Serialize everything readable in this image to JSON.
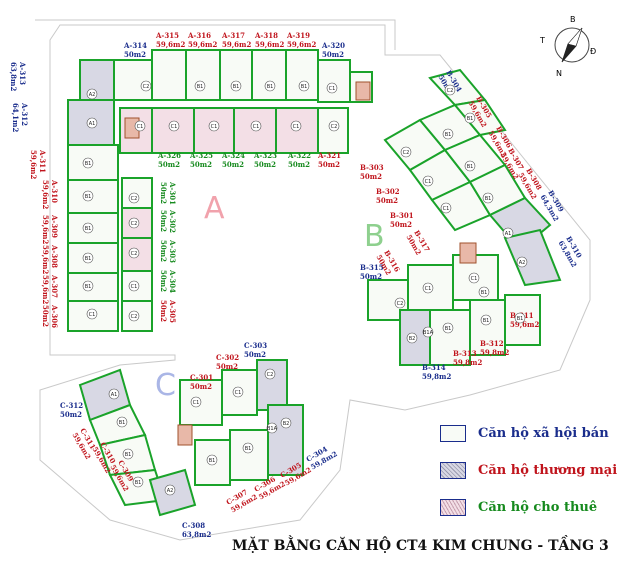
{
  "title": "MẶT BẰNG CĂN HỘ CT4 KIM CHUNG - TẦNG 3",
  "wings": [
    {
      "name": "A",
      "color": "#f1a2ac"
    },
    {
      "name": "B",
      "color": "#8ed08e"
    },
    {
      "name": "C",
      "color": "#aab6e6"
    }
  ],
  "compass": {
    "north": "B",
    "south": "N",
    "east": "Đ",
    "west": "T"
  },
  "legend": [
    {
      "label": "Căn hộ xã hội bán",
      "color": "#1a2d8c",
      "swatch": "#f8fbf6"
    },
    {
      "label": "Căn hộ thương mại",
      "color": "#c0141c",
      "swatch": "#d8d8e4"
    },
    {
      "label": "Căn hộ cho thuê",
      "color": "#168a1e",
      "swatch": "#f3dfe6"
    }
  ],
  "units": [
    {
      "code": "A-314",
      "area": "50m2",
      "type": "xh"
    },
    {
      "code": "A-315",
      "area": "59,6m2",
      "type": "tm"
    },
    {
      "code": "A-316",
      "area": "59,6m2",
      "type": "tm"
    },
    {
      "code": "A-317",
      "area": "59,6m2",
      "type": "tm"
    },
    {
      "code": "A-318",
      "area": "59,6m2",
      "type": "tm"
    },
    {
      "code": "A-319",
      "area": "59,6m2",
      "type": "tm"
    },
    {
      "code": "A-320",
      "area": "50m2",
      "type": "xh"
    },
    {
      "code": "A-313",
      "area": "63,8m2",
      "type": "xh"
    },
    {
      "code": "A-312",
      "area": "64,1m2",
      "type": "xh"
    },
    {
      "code": "A-311",
      "area": "59,6m2",
      "type": "tm"
    },
    {
      "code": "A-310",
      "area": "59,6m2",
      "type": "tm"
    },
    {
      "code": "A-309",
      "area": "59,6m2",
      "type": "tm"
    },
    {
      "code": "A-308",
      "area": "59,6m2",
      "type": "tm"
    },
    {
      "code": "A-307",
      "area": "59,6m2",
      "type": "tm"
    },
    {
      "code": "A-306",
      "area": "50m2",
      "type": "tm"
    },
    {
      "code": "A-326",
      "area": "50m2",
      "type": "ct"
    },
    {
      "code": "A-325",
      "area": "50m2",
      "type": "ct"
    },
    {
      "code": "A-324",
      "area": "50m2",
      "type": "ct"
    },
    {
      "code": "A-323",
      "area": "50m2",
      "type": "ct"
    },
    {
      "code": "A-322",
      "area": "50m2",
      "type": "ct"
    },
    {
      "code": "A-321",
      "area": "50m2",
      "type": "tm"
    },
    {
      "code": "A-301",
      "area": "50m2",
      "type": "ct"
    },
    {
      "code": "A-302",
      "area": "50m2",
      "type": "ct"
    },
    {
      "code": "A-303",
      "area": "50m2",
      "type": "ct"
    },
    {
      "code": "A-304",
      "area": "50m2",
      "type": "ct"
    },
    {
      "code": "A-305",
      "area": "50m2",
      "type": "tm"
    },
    {
      "code": "B-304",
      "area": "50m2",
      "type": "xh"
    },
    {
      "code": "B-305",
      "area": "59,6m2",
      "type": "tm"
    },
    {
      "code": "B-306",
      "area": "59,6m2",
      "type": "tm"
    },
    {
      "code": "B-307",
      "area": "59,6m2",
      "type": "tm"
    },
    {
      "code": "B-308",
      "area": "59,6m2",
      "type": "tm"
    },
    {
      "code": "B-309",
      "area": "64,3m2",
      "type": "xh"
    },
    {
      "code": "B-310",
      "area": "63,8m2",
      "type": "xh"
    },
    {
      "code": "B-303",
      "area": "50m2",
      "type": "tm"
    },
    {
      "code": "B-302",
      "area": "50m2",
      "type": "tm"
    },
    {
      "code": "B-301",
      "area": "50m2",
      "type": "tm"
    },
    {
      "code": "B-315",
      "area": "50m2",
      "type": "xh"
    },
    {
      "code": "B-316",
      "area": "50m2",
      "type": "tm"
    },
    {
      "code": "B-317",
      "area": "50m2",
      "type": "tm"
    },
    {
      "code": "B-314",
      "area": "59,8m2",
      "type": "xh"
    },
    {
      "code": "B-313",
      "area": "59,8m2",
      "type": "tm"
    },
    {
      "code": "B-312",
      "area": "59,8m2",
      "type": "tm"
    },
    {
      "code": "B-311",
      "area": "59,6m2",
      "type": "tm"
    },
    {
      "code": "C-301",
      "area": "50m2",
      "type": "tm"
    },
    {
      "code": "C-302",
      "area": "50m2",
      "type": "tm"
    },
    {
      "code": "C-303",
      "area": "50m2",
      "type": "xh"
    },
    {
      "code": "C-312",
      "area": "50m2",
      "type": "xh"
    },
    {
      "code": "C-311",
      "area": "59,6m2",
      "type": "tm"
    },
    {
      "code": "C-310",
      "area": "59,6m2",
      "type": "tm"
    },
    {
      "code": "C-309",
      "area": "59,6m2",
      "type": "tm"
    },
    {
      "code": "C-307",
      "area": "59,6m2",
      "type": "tm"
    },
    {
      "code": "C-306",
      "area": "59,6m2",
      "type": "tm"
    },
    {
      "code": "C-305",
      "area": "59,6m2",
      "type": "tm"
    },
    {
      "code": "C-304",
      "area": "59,8m2",
      "type": "xh"
    },
    {
      "code": "C-308",
      "area": "63,8m2",
      "type": "xh"
    }
  ],
  "room_types": [
    "A1",
    "A2",
    "B1",
    "B1A",
    "B2",
    "C1",
    "C2"
  ]
}
